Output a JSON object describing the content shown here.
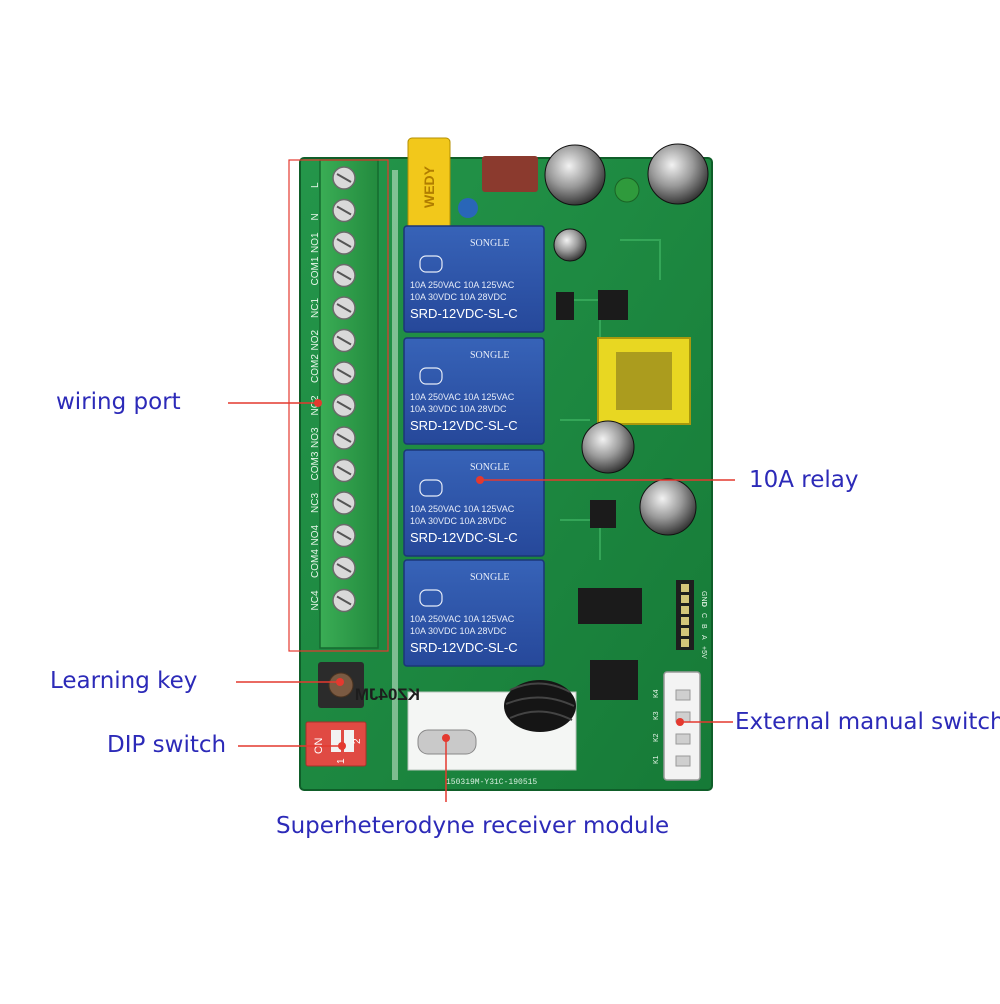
{
  "callouts": {
    "wiring_port": "wiring port",
    "relay": "10A relay",
    "learning_key": "Learning key",
    "dip_switch": "DIP switch",
    "external_switch": "External manual switch",
    "receiver_module": "Superheterodyne receiver module"
  },
  "board": {
    "relays": [
      {
        "brand": "SONGLE",
        "line1": "10A 250VAC  10A 125VAC",
        "line2": "10A 30VDC  10A 28VDC",
        "model": "SRD-12VDC-SL-C"
      },
      {
        "brand": "SONGLE",
        "line1": "10A 250VAC  10A 125VAC",
        "line2": "10A 30VDC  10A 28VDC",
        "model": "SRD-12VDC-SL-C"
      },
      {
        "brand": "SONGLE",
        "line1": "10A 250VAC  10A 125VAC",
        "line2": "10A 30VDC  10A 28VDC",
        "model": "SRD-12VDC-SL-C"
      },
      {
        "brand": "SONGLE",
        "line1": "10A 250VAC  10A 125VAC",
        "line2": "10A 30VDC  10A 28VDC",
        "model": "SRD-12VDC-SL-C"
      }
    ],
    "terminal_labels": [
      "L",
      "N",
      "NO1",
      "COM1",
      "NC1",
      "NO2",
      "COM2",
      "NC2",
      "NO3",
      "COM3",
      "NC3",
      "NO4",
      "COM4",
      "NC4"
    ],
    "capacitor_brand": "WEDY",
    "dip": {
      "on_label": "ON",
      "keys": [
        "1",
        "2"
      ]
    },
    "module_label": "KZ04JM",
    "module_serial": "150319M-Y31C-190515",
    "header_pins": [
      "GND",
      "D",
      "C",
      "B",
      "A",
      "+5V"
    ],
    "connector_pins": [
      "K4",
      "K3",
      "K2",
      "K1"
    ],
    "colors": {
      "pcb": "#1f8a43",
      "terminal": "#2f9e49",
      "relay": "#2f56a8",
      "callout_text": "#2c2ab8",
      "leader_line": "#e4392f"
    }
  }
}
